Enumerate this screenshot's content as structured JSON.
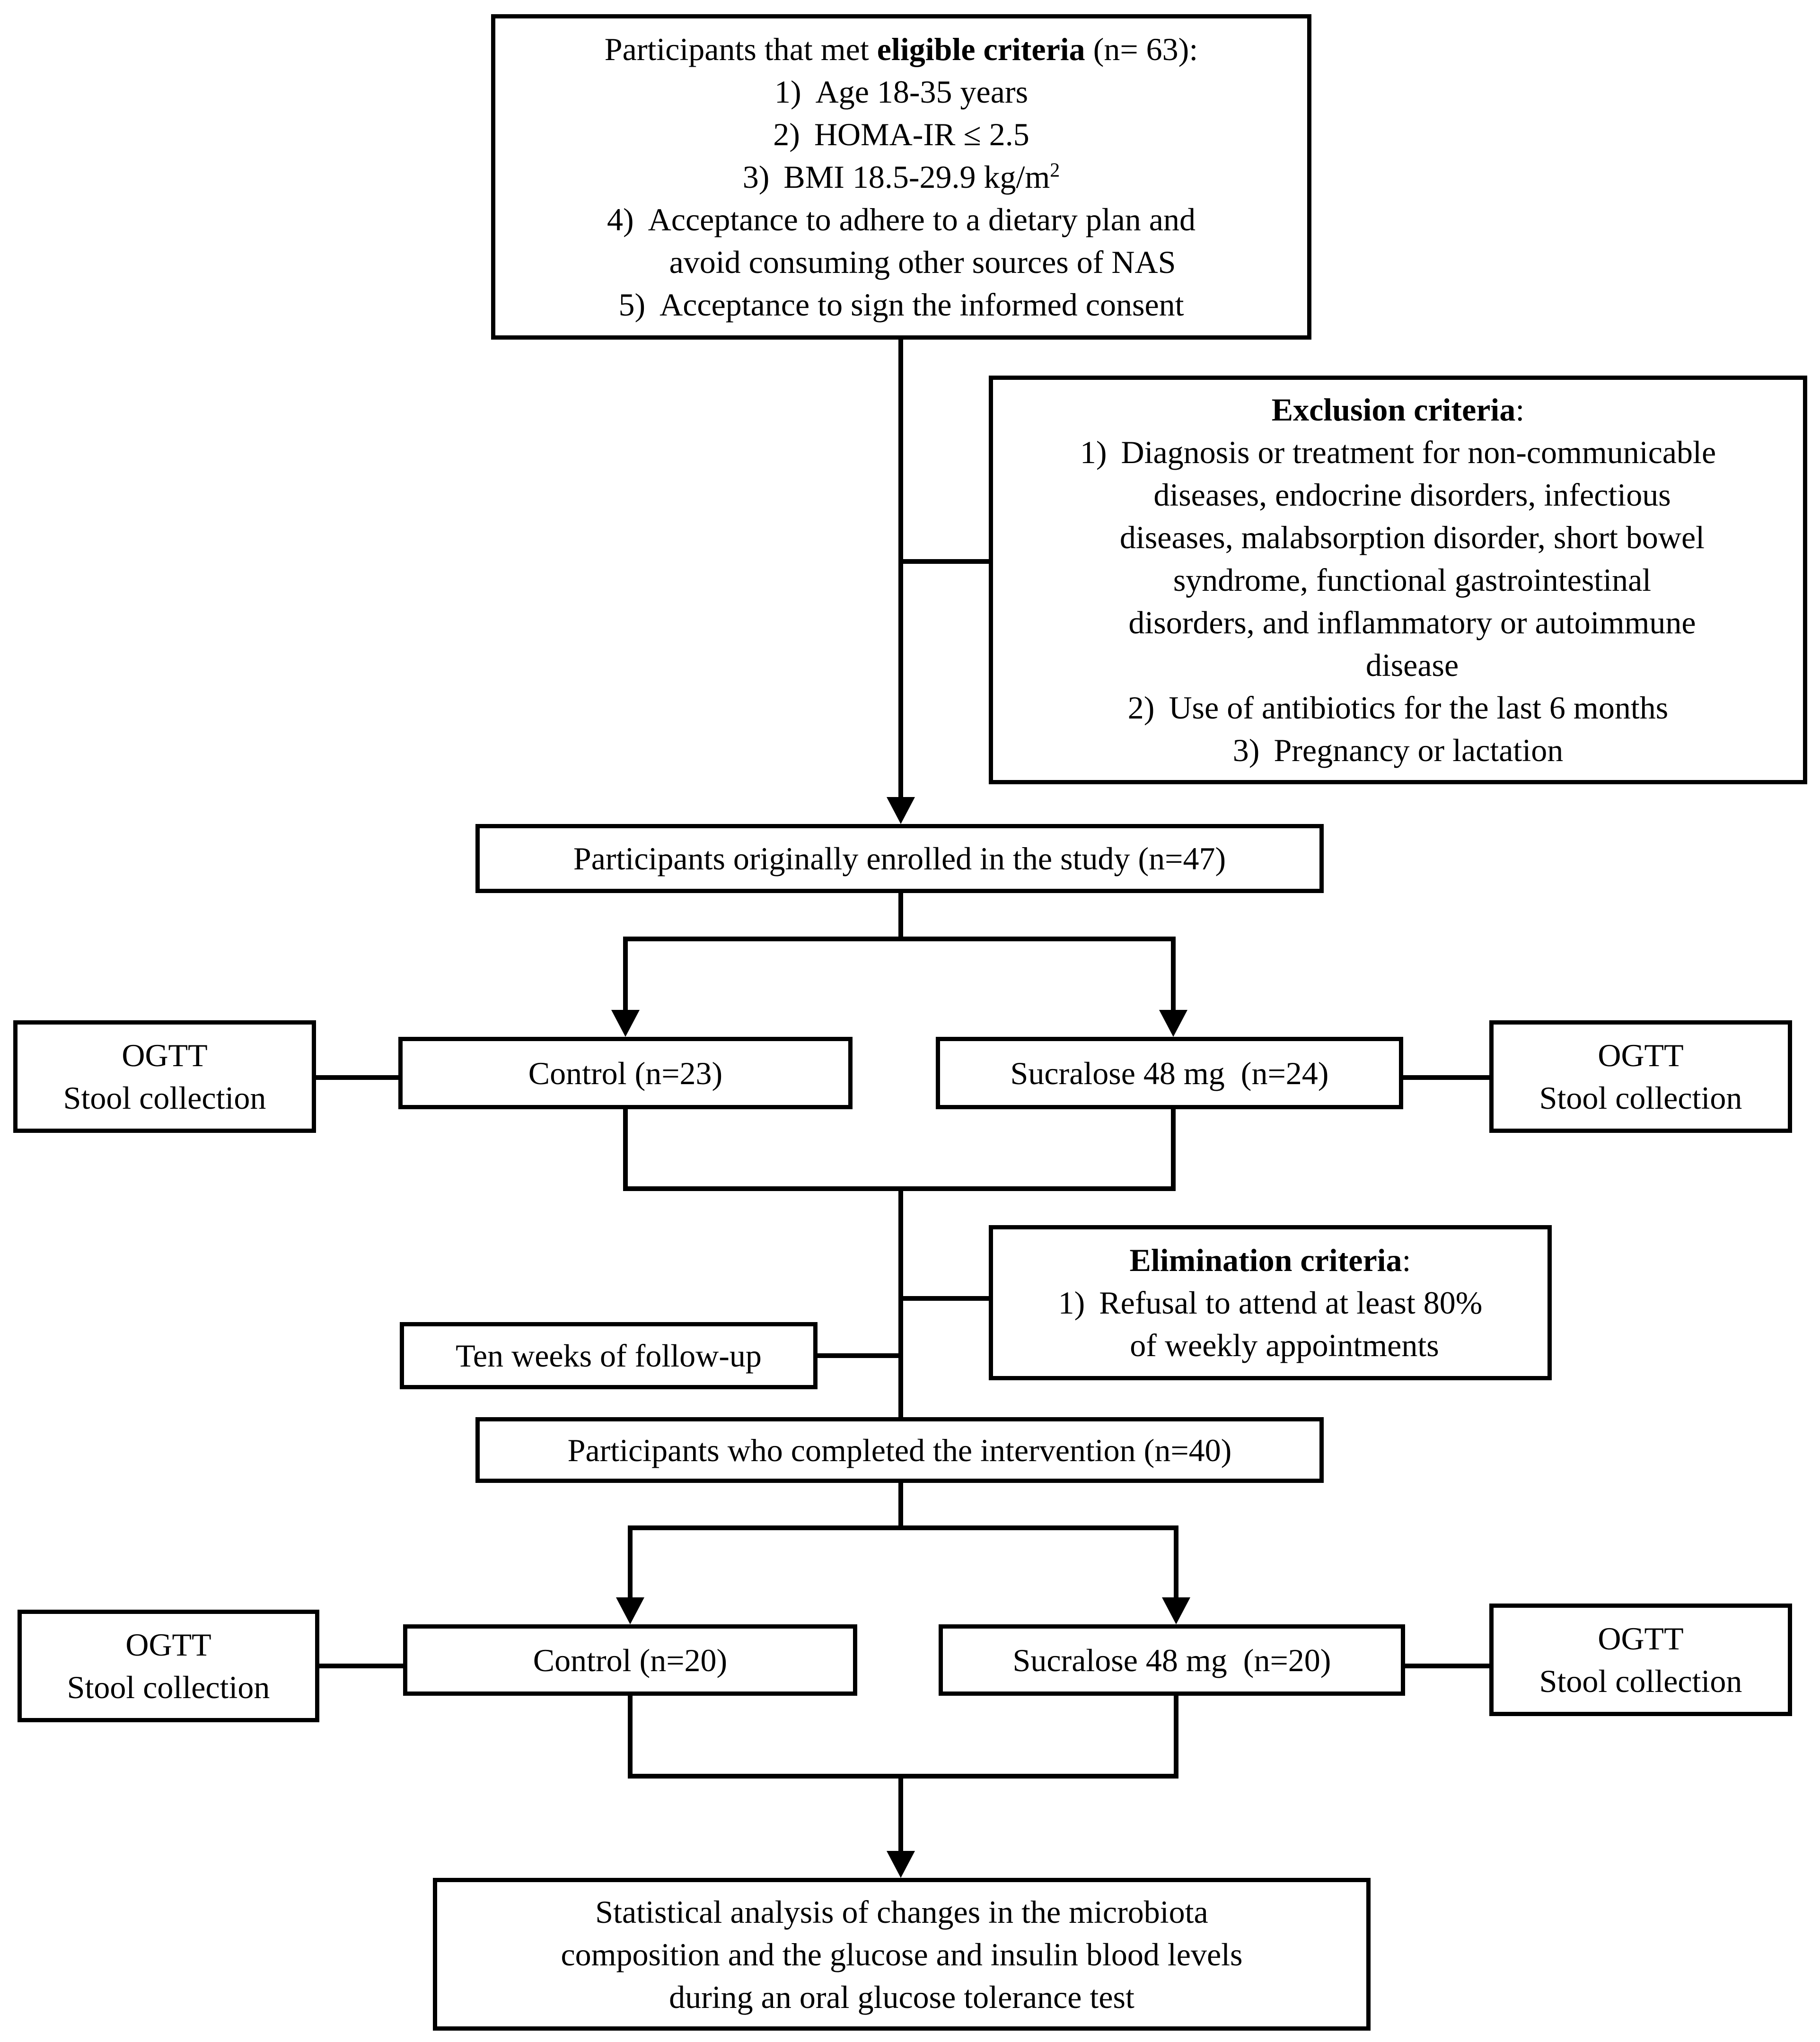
{
  "eligible": {
    "intro_prefix": "Participants that met ",
    "intro_bold": "eligible criteria",
    "intro_suffix": " (n= 63):",
    "items": [
      {
        "num": "1)",
        "text": "Age 18-35 years"
      },
      {
        "num": "2)",
        "text": "HOMA-IR ≤ 2.5"
      },
      {
        "num": "3)",
        "text": "BMI 18.5-29.9 kg/m",
        "sup": "2"
      },
      {
        "num": "4)",
        "text": "Acceptance to adhere to a dietary plan and",
        "cont": "avoid consuming other sources of NAS"
      },
      {
        "num": "5)",
        "text": "Acceptance to sign the informed consent"
      }
    ]
  },
  "exclusion": {
    "title_bold": "Exclusion criteria",
    "title_suffix": ":",
    "item1_num": "1)",
    "item1_lines": [
      "Diagnosis or treatment for non-communicable",
      "diseases, endocrine disorders, infectious",
      "diseases, malabsorption disorder, short bowel",
      "syndrome, functional gastrointestinal",
      "disorders, and inflammatory or autoimmune",
      "disease"
    ],
    "item2_num": "2)",
    "item2_text": "Use of antibiotics for the last 6 months",
    "item3_num": "3)",
    "item3_text": "Pregnancy or lactation"
  },
  "enrolled": "Participants originally enrolled in the study (n=47)",
  "baseline": {
    "control": "Control (n=23)",
    "sucralose": "Sucralose 48 mg  (n=24)",
    "left_side": [
      "OGTT",
      "Stool collection"
    ],
    "right_side": [
      "OGTT",
      "Stool collection"
    ]
  },
  "elimination": {
    "title_bold": "Elimination criteria",
    "title_suffix": ":",
    "item1_num": "1)",
    "item1_lines": [
      "Refusal to attend at least 80%",
      "of weekly appointments"
    ]
  },
  "followup": "Ten weeks of follow-up",
  "completed": "Participants who completed the intervention (n=40)",
  "final": {
    "control": "Control (n=20)",
    "sucralose": "Sucralose 48 mg  (n=20)",
    "left_side": [
      "OGTT",
      "Stool collection"
    ],
    "right_side": [
      "OGTT",
      "Stool collection"
    ]
  },
  "analysis": [
    "Statistical analysis of changes in the microbiota",
    "composition and the glucose and insulin blood levels",
    "during an oral glucose tolerance test"
  ],
  "colors": {
    "stroke": "#000000",
    "background": "#ffffff"
  }
}
